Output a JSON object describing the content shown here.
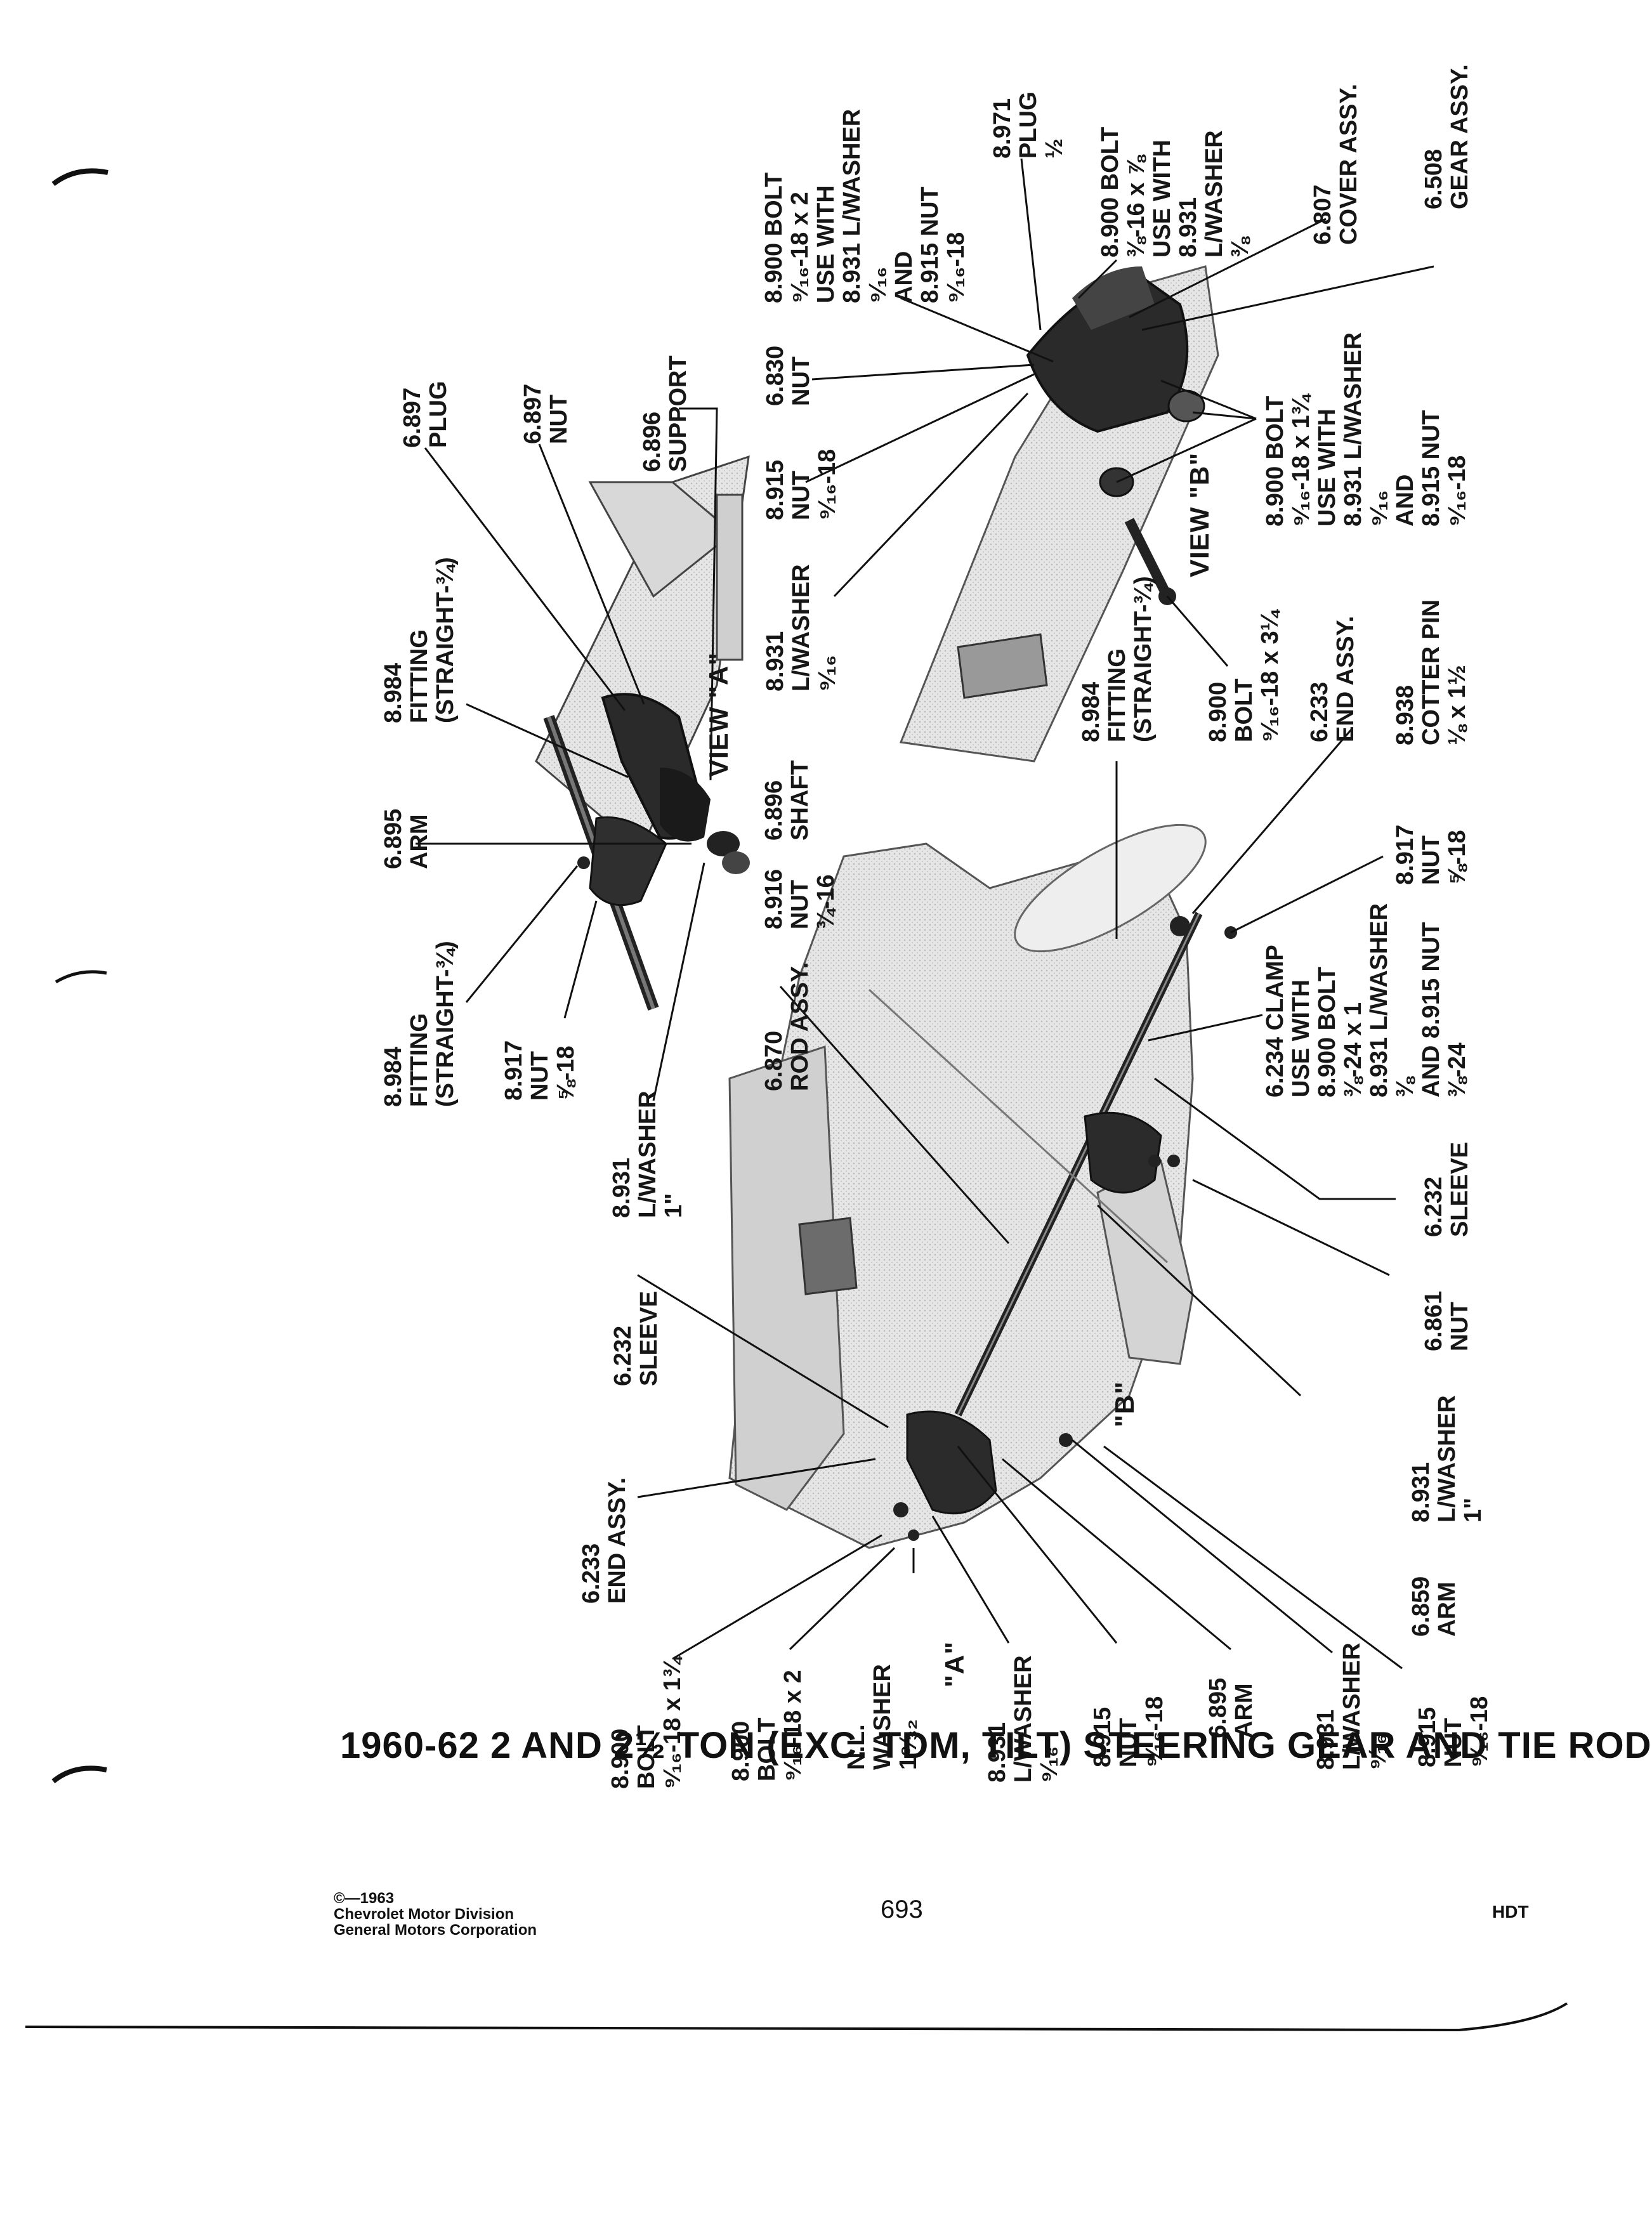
{
  "title": "1960-62 2 AND 2½ TON (EXC. TDM, TILT) STEERING GEAR AND TIE ROD",
  "page_number": "693",
  "section_code": "HDT",
  "copyright": {
    "line1": "©—1963",
    "line2": "Chevrolet Motor Division",
    "line3": "General Motors Corporation"
  },
  "views": {
    "a": "VIEW \"A\"",
    "b": "VIEW \"B\"",
    "a_marker": "\"A\"",
    "b_marker": "\"B\""
  },
  "labels": {
    "plug_6897": [
      "6.897",
      "PLUG"
    ],
    "nut_6897": [
      "6.897",
      "NUT"
    ],
    "support_6896": [
      "6.896",
      "SUPPORT"
    ],
    "fitting_8984_a": [
      "8.984",
      "FITTING",
      "(STRAIGHT-¾)"
    ],
    "arm_6895_a": [
      "6.895",
      "ARM"
    ],
    "shaft_6896": [
      "6.896",
      "SHAFT"
    ],
    "nut_8916": [
      "8.916",
      "NUT",
      "¾-16"
    ],
    "fitting_8984_b": [
      "8.984",
      "FITTING",
      "(STRAIGHT-¾)"
    ],
    "nut_8917_a": [
      "8.917",
      "NUT",
      "⅝-18"
    ],
    "lwasher_8931_1in_a": [
      "8.931",
      "L/WASHER",
      "1\""
    ],
    "rod_6870": [
      "6.870",
      "ROD ASSY."
    ],
    "sleeve_6232_left": [
      "6.232",
      "SLEEVE"
    ],
    "end_6233_left": [
      "6.233",
      "END ASSY."
    ],
    "bolt_8900_134": [
      "8.900",
      "BOLT",
      "⁹⁄₁₆-18 x 1¾"
    ],
    "bolt_8900_2": [
      "8.900",
      "BOLT",
      "⁹⁄₁₆-18 x 2"
    ],
    "nl_washer": [
      "N.L.",
      "WASHER",
      "1⁹⁄₃₂"
    ],
    "lwasher_8931_916_a": [
      "8.931",
      "L/WASHER",
      "⁹⁄₁₆"
    ],
    "nut_8915_a": [
      "8.915",
      "NUT",
      "⁹⁄₁₆-18"
    ],
    "arm_6895_b": [
      "6.895",
      "ARM"
    ],
    "lwasher_8931_916_b": [
      "8.931",
      "L/WASHER",
      "⁹⁄₁₆"
    ],
    "nut_8915_b": [
      "8.915",
      "NUT",
      "⁹⁄₁₆-18"
    ],
    "arm_6859": [
      "6.859",
      "ARM"
    ],
    "lwasher_8931_1in_b": [
      "8.931",
      "L/WASHER",
      "1\""
    ],
    "nut_6861": [
      "6.861",
      "NUT"
    ],
    "sleeve_6232_right": [
      "6.232",
      "SLEEVE"
    ],
    "clamp_6234": [
      "6.234 CLAMP",
      "USE WITH",
      "8.900 BOLT",
      "⅜-24 x 1",
      "8.931 L/WASHER",
      "⅜",
      "AND 8.915 NUT",
      "⅜-24"
    ],
    "nut_8917_b": [
      "8.917",
      "NUT",
      "⅝-18"
    ],
    "cotter_8938": [
      "8.938",
      "COTTER PIN",
      "⅛ x 1½"
    ],
    "end_6233_right": [
      "6.233",
      "END ASSY."
    ],
    "bolt_8900_314": [
      "8.900",
      "BOLT",
      "⁹⁄₁₆-18 x 3¼"
    ],
    "fitting_8984_c": [
      "8.984",
      "FITTING",
      "(STRAIGHT-¾)"
    ],
    "lwasher_8931_916_c": [
      "8.931",
      "L/WASHER",
      "⁹⁄₁₆"
    ],
    "nut_8915_c": [
      "8.915",
      "NUT",
      "⁹⁄₁₆-18"
    ],
    "nut_6830": [
      "6.830",
      "NUT"
    ],
    "bolt_8900_918_2": [
      "8.900 BOLT",
      "⁹⁄₁₆-18 x 2",
      "USE WITH",
      "8.931 L/WASHER",
      "⁹⁄₁₆",
      "AND",
      "8.915 NUT",
      "⁹⁄₁₆-18"
    ],
    "plug_8971": [
      "8.971",
      "PLUG",
      "½"
    ],
    "bolt_8900_3816": [
      "8.900 BOLT",
      "⅜-16 x ⅞",
      "USE WITH",
      "8.931",
      "L/WASHER",
      "⅜"
    ],
    "cover_6807": [
      "6.807",
      "COVER ASSY."
    ],
    "gear_6508": [
      "6.508",
      "GEAR ASSY."
    ],
    "bolt_8900_134_b": [
      "8.900 BOLT",
      "⁹⁄₁₆-18 x 1¾",
      "USE WITH",
      "8.931 L/WASHER",
      "⁹⁄₁₆",
      "AND",
      "8.915 NUT",
      "⁹⁄₁₆-18"
    ]
  }
}
